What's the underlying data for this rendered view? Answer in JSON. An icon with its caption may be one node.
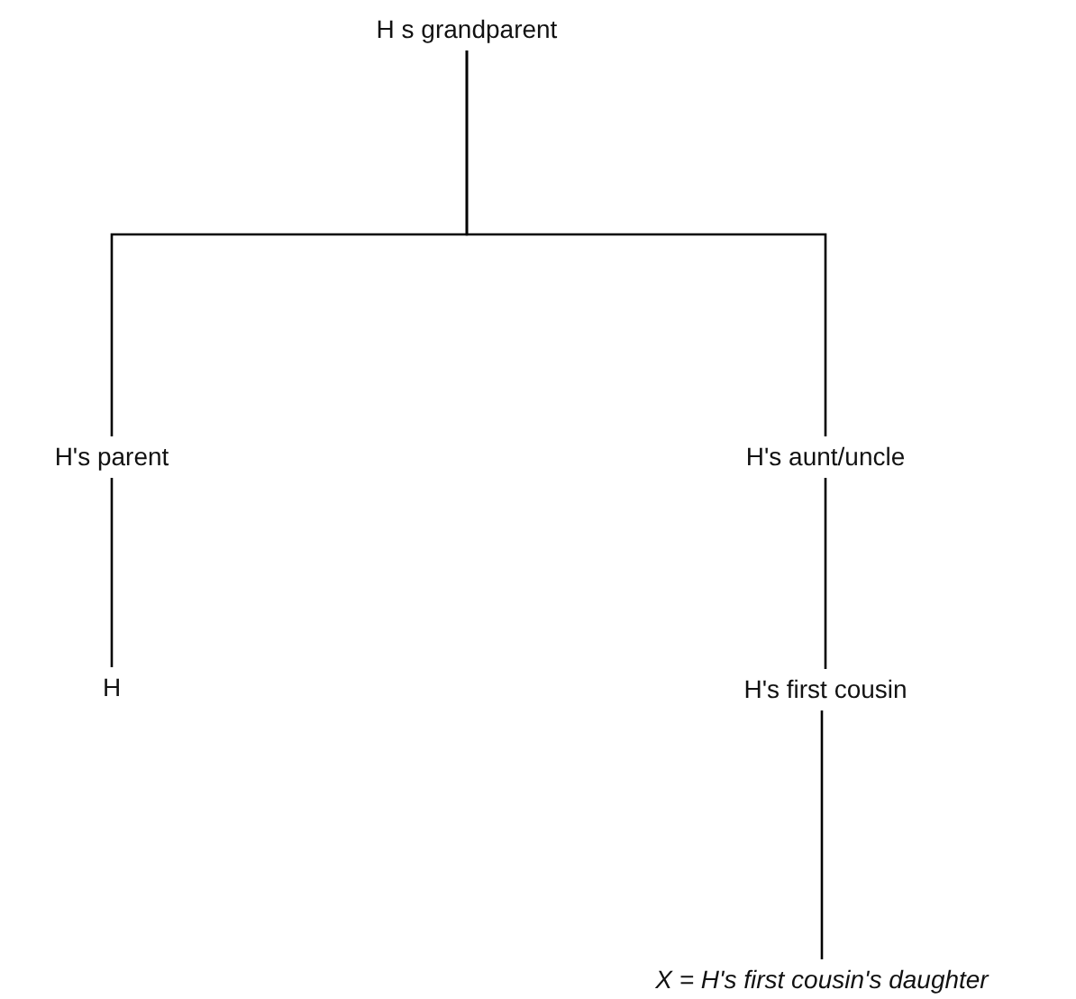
{
  "diagram": {
    "nodes": [
      {
        "text": [
          "H s grandparent"
        ]
      },
      {
        "text": [
          "H's parent"
        ]
      },
      {
        "text": [
          "H's aunt/uncle"
        ]
      },
      {
        "text": [
          "H"
        ]
      },
      {
        "text": [
          "H's first cousin"
        ]
      },
      {
        "text": [
          "X = H's first cousin's daughter"
        ]
      }
    ],
    "edges": [
      {
        "from": 0,
        "to": 1,
        "arrow": "none"
      },
      {
        "from": 0,
        "to": 2,
        "arrow": "none"
      },
      {
        "from": 1,
        "to": 3,
        "arrow": "none"
      },
      {
        "from": 2,
        "to": 4,
        "arrow": "none"
      },
      {
        "from": 4,
        "to": 5,
        "arrow": "none"
      }
    ]
  }
}
